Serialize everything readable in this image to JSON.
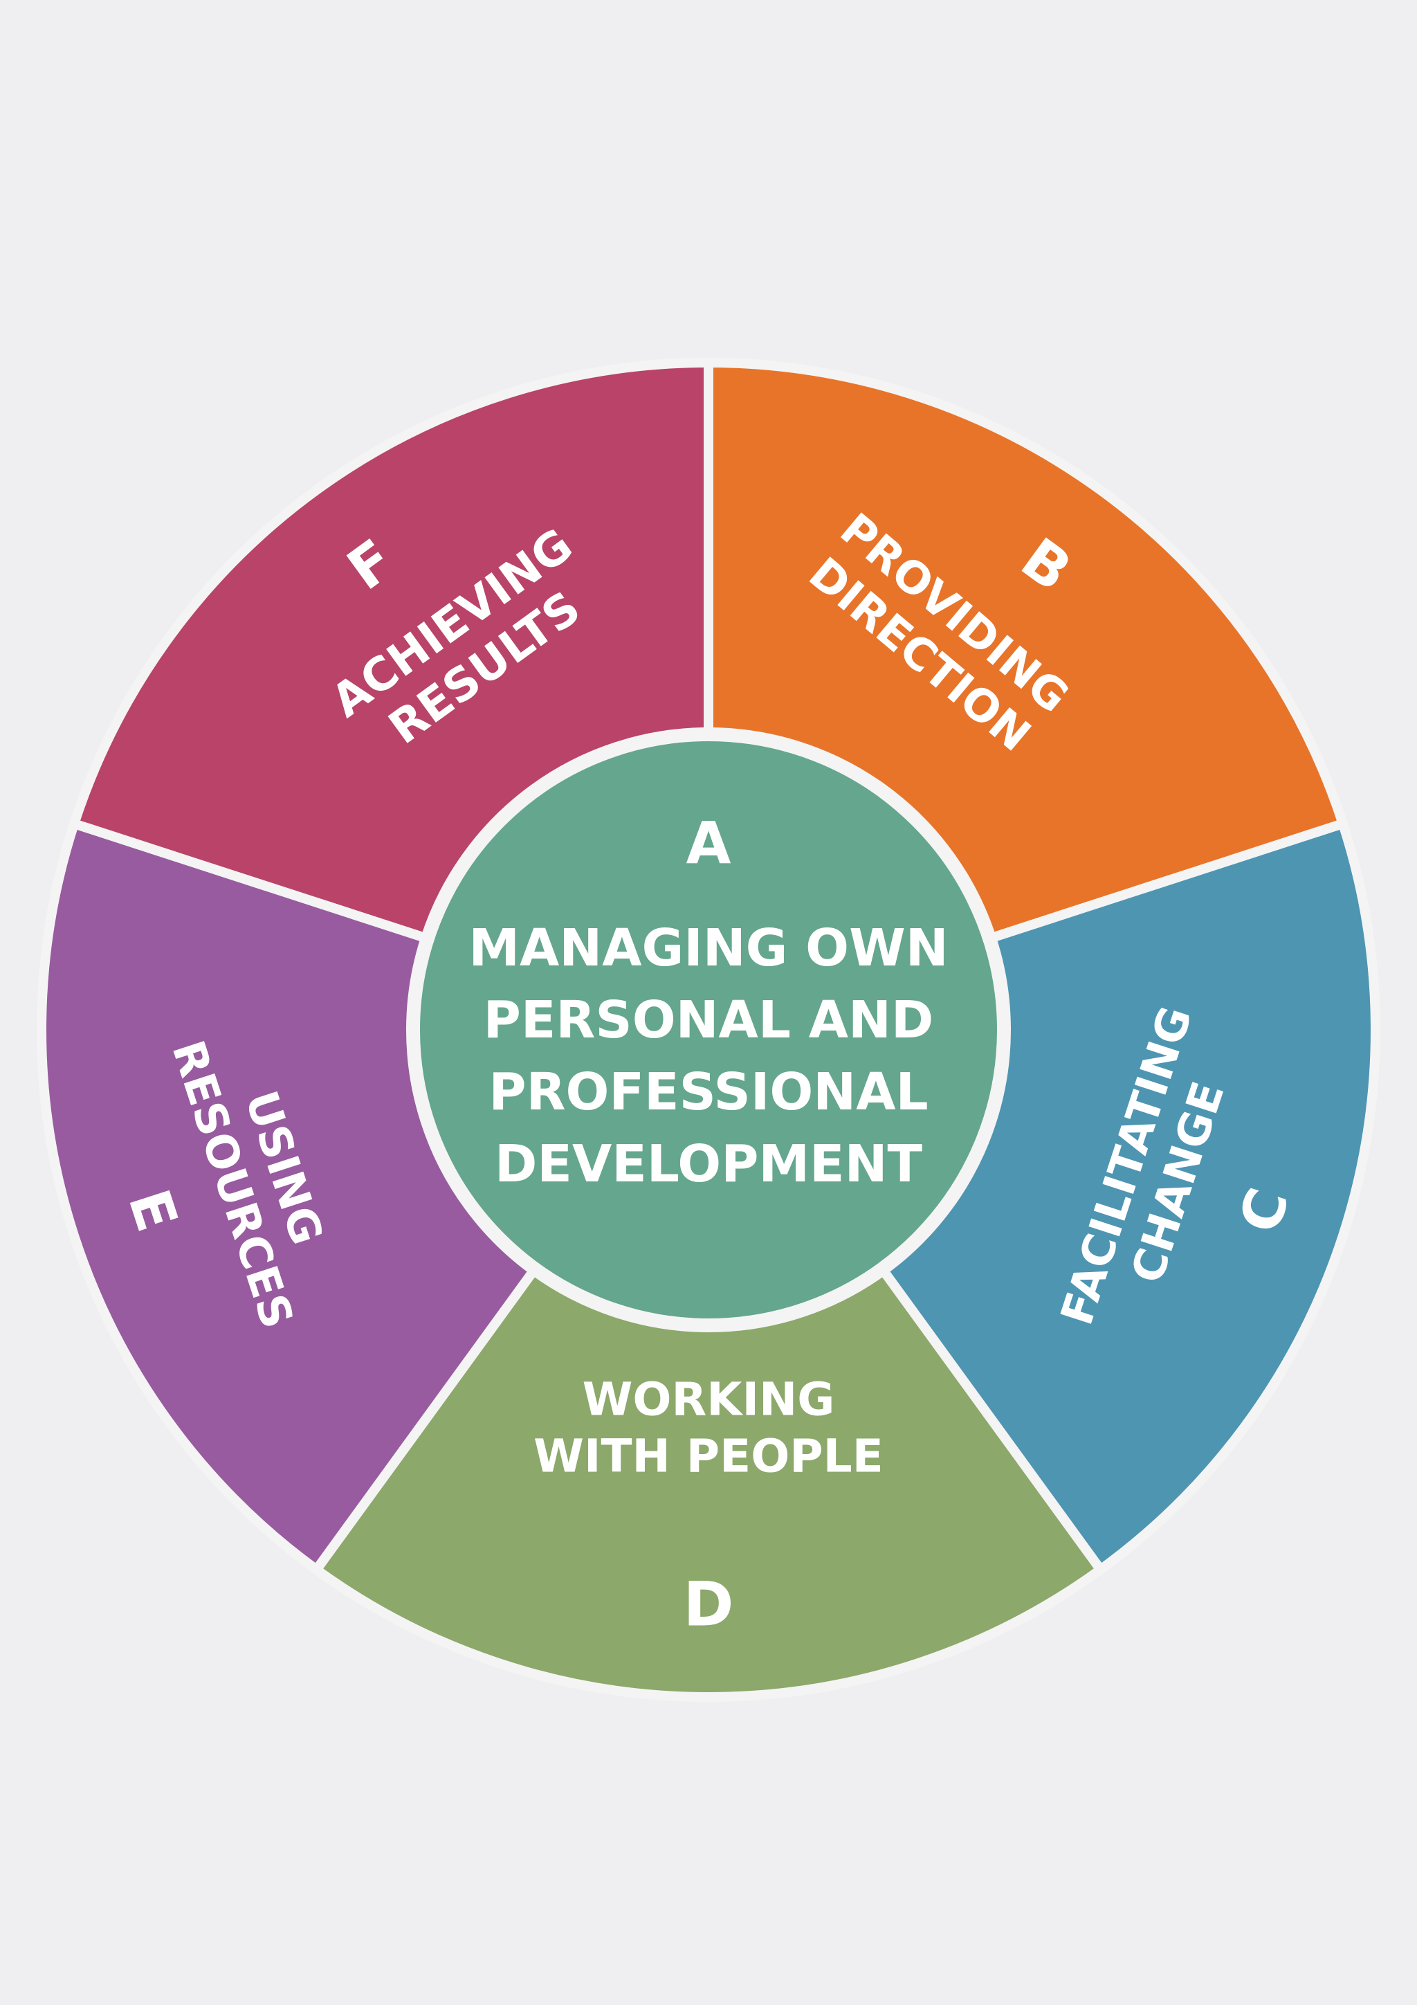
{
  "diagram": {
    "center": {
      "letter": "A",
      "lines": [
        "MANAGING OWN",
        "PERSONAL AND",
        "PROFESSIONAL",
        "DEVELOPMENT"
      ],
      "color": "#64a68e"
    },
    "segments": [
      {
        "id": "b",
        "letter": "B",
        "lines": [
          "PROVIDING",
          "DIRECTION"
        ],
        "color": "#e87429"
      },
      {
        "id": "c",
        "letter": "C",
        "lines": [
          "FACILITATING",
          "CHANGE"
        ],
        "color": "#4e95b2"
      },
      {
        "id": "d",
        "letter": "D",
        "lines": [
          "WORKING",
          "WITH PEOPLE"
        ],
        "color": "#8ca86a"
      },
      {
        "id": "e",
        "letter": "E",
        "lines": [
          "USING",
          "RESOURCES"
        ],
        "color": "#985b9f"
      },
      {
        "id": "f",
        "letter": "F",
        "lines": [
          "ACHIEVING",
          "RESULTS"
        ],
        "color": "#b94369"
      }
    ],
    "divider_color": "#f4f4f4"
  }
}
